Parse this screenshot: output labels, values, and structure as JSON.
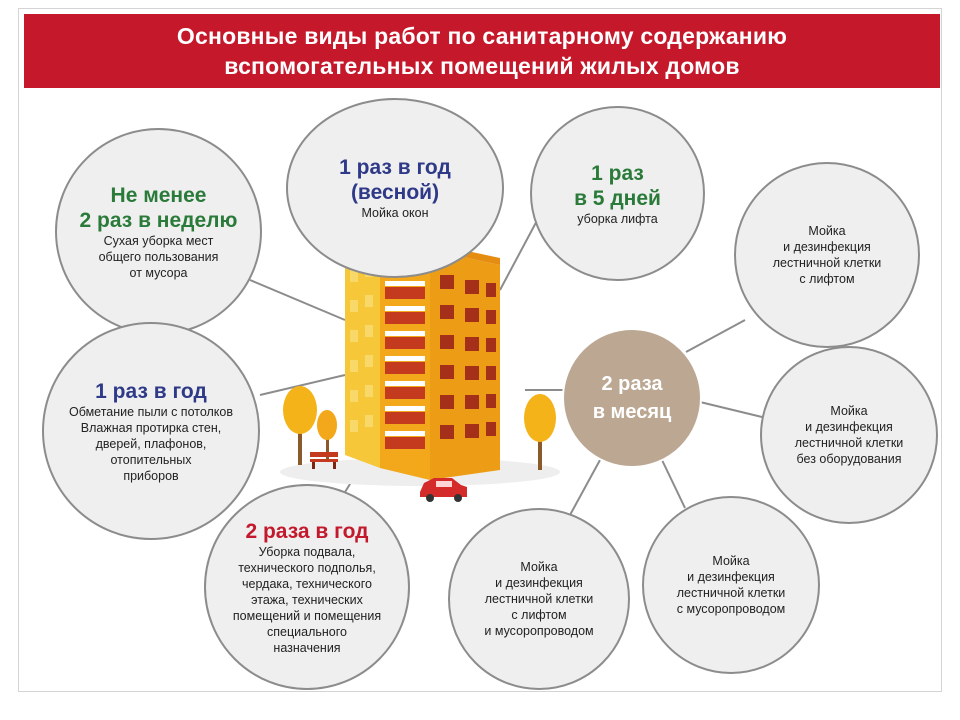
{
  "title": {
    "line1": "Основные виды работ по санитарному содержанию",
    "line2": "вспомогательных помещений жилых домов"
  },
  "colors": {
    "header_red": "#c5182b",
    "green": "#2a7a3a",
    "blue": "#2e3a88",
    "red": "#c3192c",
    "hub": "#bba792",
    "building": "#f5b31a"
  },
  "circles": {
    "weekly": {
      "freq": [
        "Не менее",
        "2 раз в неделю"
      ],
      "lines": [
        "Сухая уборка мест",
        "общего пользования",
        "от мусора"
      ]
    },
    "yearly_spring": {
      "freq": [
        "1 раз в год",
        "(весной)"
      ],
      "lines": [
        "Мойка окон"
      ]
    },
    "five_days": {
      "freq": [
        "1 раз",
        "в 5 дней"
      ],
      "lines": [
        "уборка лифта"
      ]
    },
    "yearly": {
      "freq": [
        "1 раз в год"
      ],
      "lines": [
        "Обметание пыли с потолков",
        "Влажная протирка стен,",
        "дверей, плафонов,",
        "отопительных",
        "приборов"
      ]
    },
    "twice_year": {
      "freq": [
        "2 раза в год"
      ],
      "lines": [
        "Уборка подвала,",
        "технического подполья,",
        "чердака, технического",
        "этажа, технических",
        "помещений и помещения",
        "специального",
        "назначения"
      ]
    },
    "hub": {
      "lines": [
        "2 раза",
        "в месяц"
      ]
    },
    "monthly_1": {
      "lines": [
        "Мойка",
        "и дезинфекция",
        "лестничной клетки",
        "с лифтом"
      ]
    },
    "monthly_2": {
      "lines": [
        "Мойка",
        "и дезинфекция",
        "лестничной клетки",
        "без оборудования"
      ]
    },
    "monthly_3": {
      "lines": [
        "Мойка",
        "и дезинфекция",
        "лестничной клетки",
        "с мусоропроводом"
      ]
    },
    "monthly_4": {
      "lines": [
        "Мойка",
        "и дезинфекция",
        "лестничной клетки",
        "с лифтом",
        "и мусоропроводом"
      ]
    }
  }
}
